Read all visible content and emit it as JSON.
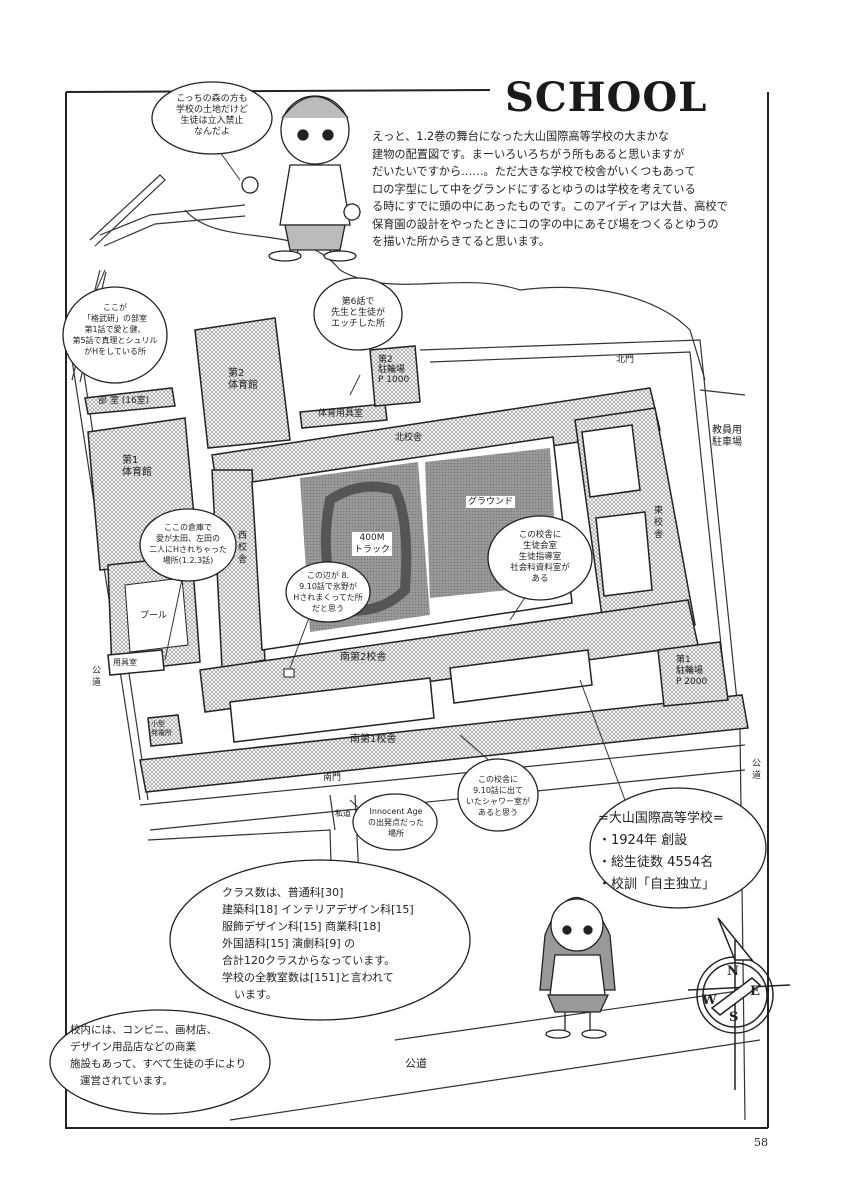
{
  "title": "SCHOOL",
  "page_number": "58",
  "intro_lines": [
    "えっと、1.2巻の舞台になった大山国際高等学校の大まかな",
    "建物の配置図です。まーいろいろちがう所もあると思いますが",
    "だいたいですから……。ただ大きな学校で校舎がいくつもあって",
    "ロの字型にして中をグランドにするとゆうのは学校を考えている",
    "る時にすでに頭の中にあったものです。このアイディアは大昔、高校で",
    "保育園の設計をやったときにコの字の中にあそび場をつくるとゆうの",
    "を描いた所からきてると思います。"
  ],
  "bubbles": {
    "forest": [
      "こっちの森の方も",
      "学校の土地だけど",
      "生徒は立入禁止",
      "なんだよ"
    ],
    "clubroom": [
      "ここが",
      "「格武研」の部室",
      "第1話で愛と健、",
      "第5話で真理とシュリル",
      "がHをしている所"
    ],
    "episode6": [
      "第6話で",
      "先生と生徒が",
      "エッチした所"
    ],
    "storehouse": [
      "ここの倉庫で",
      "愛が太田、左田の",
      "二人にHされちゃった",
      "場所(1.2.3話)"
    ],
    "episode8": [
      "この辺が 8.",
      "9.10話で氷野が",
      "Hされまくってた所",
      "だと思う"
    ],
    "student_council": [
      "この校舎に",
      "生徒会室",
      "生徒指導室",
      "社会科資料室が",
      "ある"
    ],
    "shower": [
      "この校舎に",
      "9.10話に出て",
      "いたシャワー室が",
      "あると思う"
    ],
    "innocent_age": [
      "Innocent Age",
      "の出発点だった",
      "場所"
    ],
    "school_info": [
      "=大山国際高等学校=",
      "・1924年 創設",
      "・総生徒数 4554名",
      "・校訓「自主独立」"
    ],
    "classes": [
      "クラス数は、普通科[30]",
      "建築科[18] インテリアデザイン科[15]",
      "服飾デザイン科[15] 商業科[18]",
      "外国語科[15] 演劇科[9] の",
      "合計120クラスからなっています。",
      "学校の全教室数は[151]と言われて",
      "います。"
    ],
    "shops": [
      "校内には、コンビニ、画材店、",
      "デザイン用品店などの商業",
      "施設もあって、すべて生徒の手により",
      "運営されています。"
    ]
  },
  "map_labels": {
    "gym2": [
      "第2",
      "体育館"
    ],
    "gym1": [
      "第1",
      "体育館"
    ],
    "clubrooms": "部 室 (16室)",
    "equipment_room": "体育用具室",
    "bike2": [
      "第2",
      "駐輪場"
    ],
    "bike2_capacity": "P 1000",
    "north_gate": "北門",
    "north_wing": "北校舎",
    "east_wing": [
      "東",
      "校",
      "舎"
    ],
    "west_wing": [
      "西",
      "校",
      "舎"
    ],
    "teacher_parking": [
      "教員用",
      "駐車場"
    ],
    "track": [
      "400M",
      "トラック"
    ],
    "ground": "グラウンド",
    "pool": "プール",
    "tool_room": "用具室",
    "south2_wing": "南第2校舎",
    "south1_wing": "南第1校舎",
    "power_station": [
      "小型",
      "発電所"
    ],
    "bike1": [
      "第1",
      "駐輪場"
    ],
    "bike1_capacity": "P 2000",
    "south_gate": "南門",
    "private_road": "私道",
    "public_road_left": [
      "公",
      "道"
    ],
    "public_road_right": [
      "公",
      "道"
    ],
    "public_road_bottom": "公道"
  },
  "compass": {
    "n": "N",
    "s": "S",
    "e": "E",
    "w": "W"
  },
  "colors": {
    "ink": "#222222",
    "hatch": "#9a9a9a",
    "field": "#8c8c8c",
    "track": "#5a5a5a",
    "paper": "#ffffff"
  }
}
